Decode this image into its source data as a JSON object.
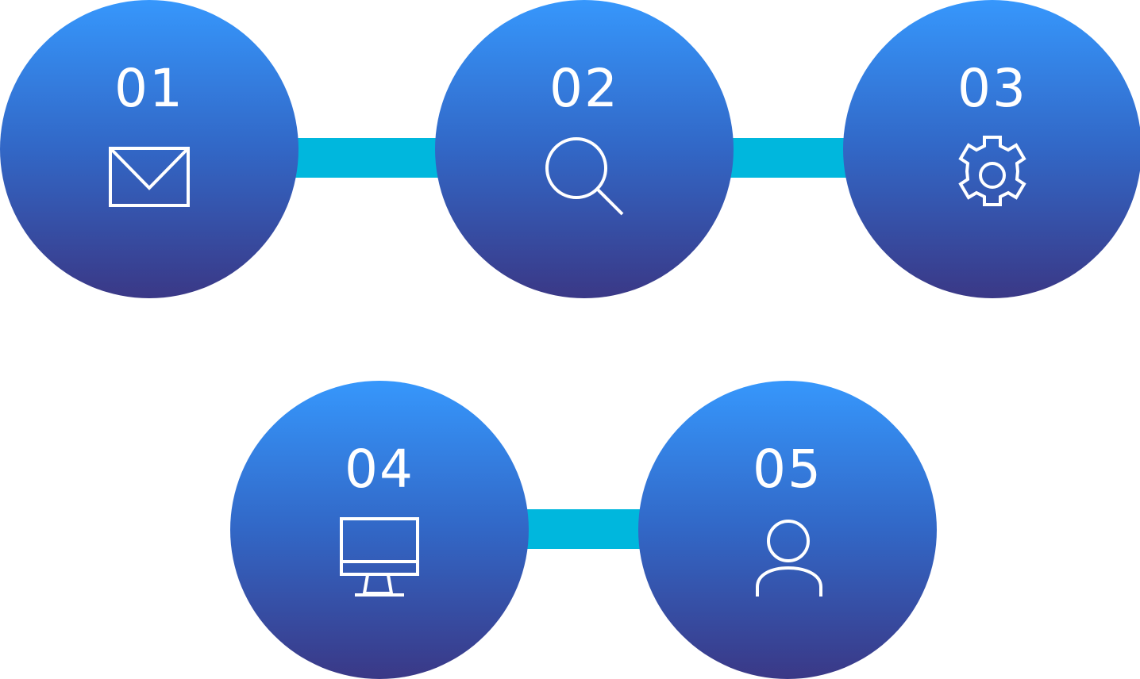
{
  "steps": [
    {
      "number": "01",
      "icon": "envelope-icon"
    },
    {
      "number": "02",
      "icon": "magnifier-icon"
    },
    {
      "number": "03",
      "icon": "gear-icon"
    },
    {
      "number": "04",
      "icon": "monitor-icon"
    },
    {
      "number": "05",
      "icon": "user-icon"
    }
  ],
  "colors": {
    "circle_top": "#3697fc",
    "circle_bottom": "#3a3886",
    "connector": "#00b7dd",
    "icon_stroke": "#ffffff"
  }
}
